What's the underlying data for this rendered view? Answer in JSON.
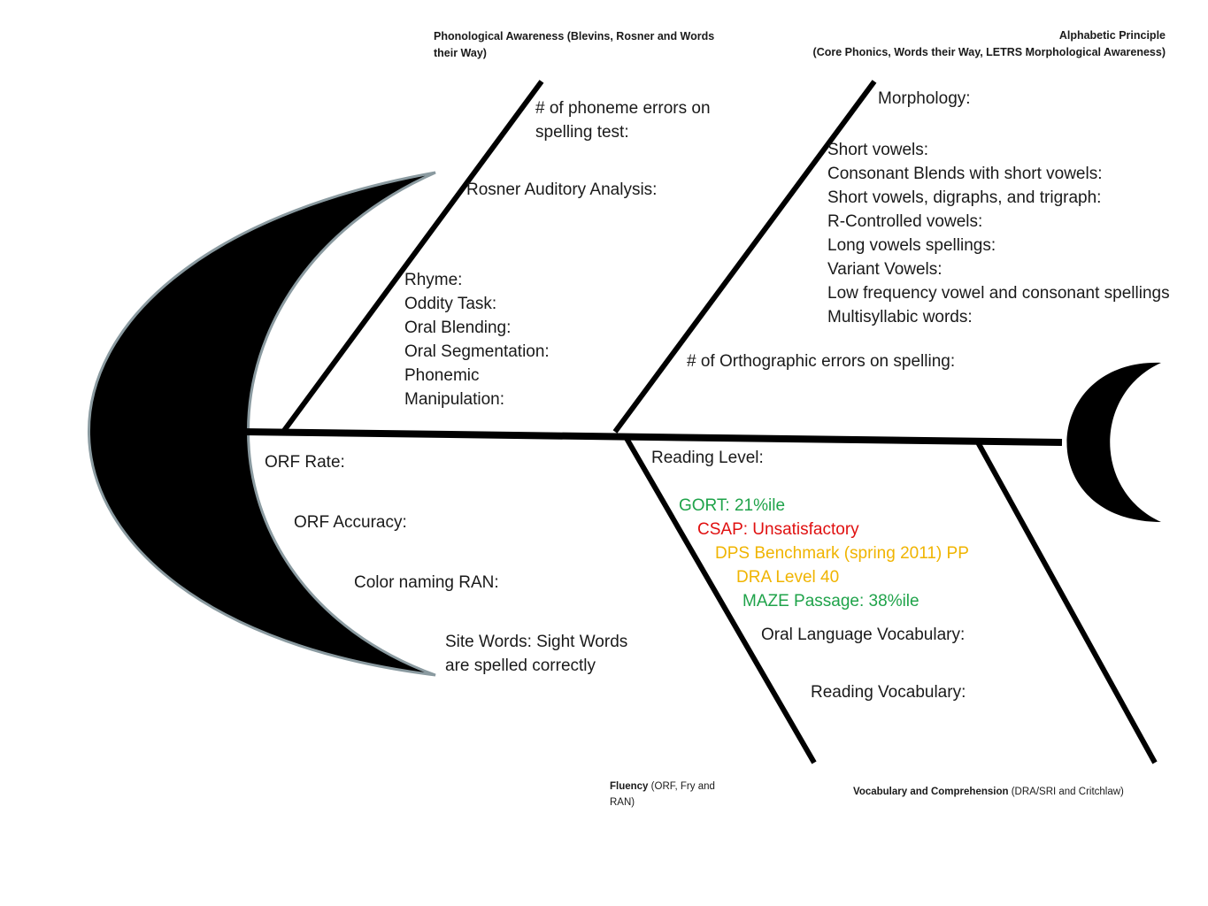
{
  "headings": {
    "phonological": "Phonological Awareness (Blevins, Rosner and Words their Way)",
    "alphabetic_title": "Alphabetic Principle",
    "alphabetic_sub": "(Core Phonics, Words their Way, LETRS Morphological Awareness)",
    "fluency_title": "Fluency",
    "fluency_sub": "(ORF, Fry and RAN)",
    "vocab_title": "Vocabulary and Comprehension",
    "vocab_sub": "(DRA/SRI and Critchlaw)"
  },
  "phonological": {
    "phoneme_errors": "# of phoneme errors on spelling test:",
    "rosner": "Rosner Auditory Analysis:",
    "tasks": [
      "Rhyme:",
      "Oddity Task:",
      "Oral Blending:",
      "Oral Segmentation:",
      "Phonemic",
      "Manipulation:"
    ]
  },
  "alphabetic": {
    "morphology": "Morphology:",
    "skills": [
      "Short vowels:",
      "Consonant Blends with short vowels:",
      "Short vowels, digraphs, and trigraph:",
      "R-Controlled vowels:",
      "Long vowels spellings:",
      "Variant Vowels:",
      "Low frequency vowel and consonant spellings",
      "Multisyllabic words:"
    ],
    "orthographic_errors": "# of Orthographic errors on spelling:"
  },
  "fluency": {
    "orf_rate": "ORF Rate:",
    "orf_accuracy": "ORF Accuracy:",
    "color_naming": "Color naming RAN:",
    "site_words_1": "Site Words: Sight Words",
    "site_words_2": "are spelled correctly"
  },
  "comprehension": {
    "reading_level": "Reading Level:",
    "gort": "GORT: 21%ile",
    "csap": "CSAP: Unsatisfactory",
    "dps": "DPS Benchmark (spring 2011) PP",
    "dra": "DRA Level 40",
    "maze": "MAZE Passage: 38%ile",
    "oral_vocab": "Oral Language Vocabulary:",
    "reading_vocab": "Reading Vocabulary:"
  },
  "colors": {
    "spine": "#000000",
    "head_fill": "#000000",
    "head_outline": "#8a9aa0",
    "good": "#1fa34a",
    "bad": "#e01010",
    "caution": "#f0b400"
  }
}
